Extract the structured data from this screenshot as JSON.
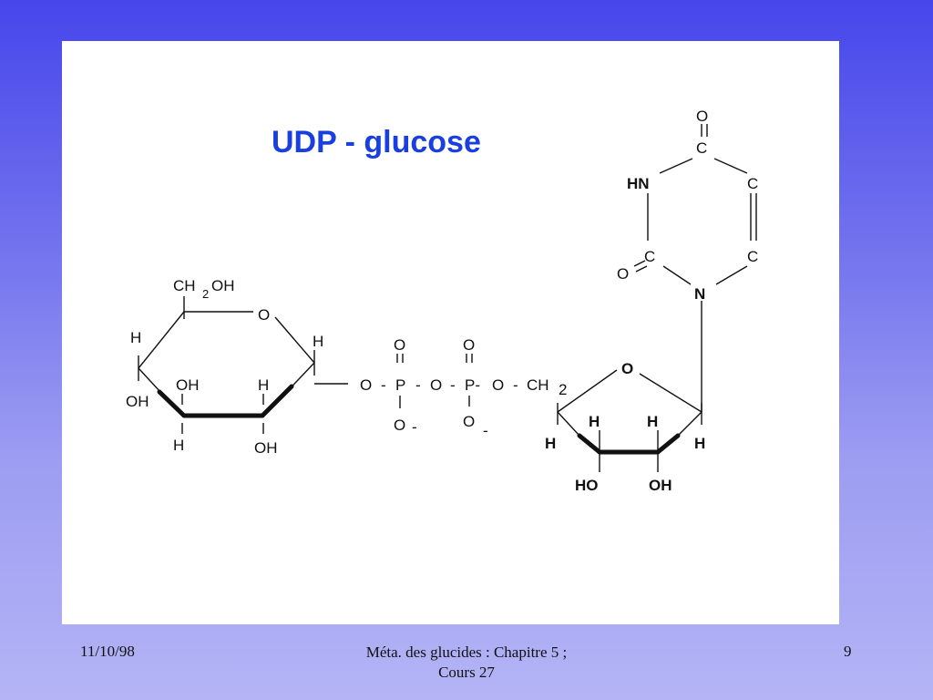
{
  "slide": {
    "title": "UDP - glucose",
    "footer": {
      "date": "11/10/98",
      "title_line1": "Méta. des glucides : Chapitre 5 ;",
      "title_line2": "Cours 27",
      "page": "9"
    }
  },
  "labels": {
    "glucose": {
      "ch2oh_c": "CH",
      "ch2oh_sub": "2",
      "ch2oh_oh": "OH",
      "ring_o": "O",
      "h_left_top": "H",
      "oh_left": "OH",
      "oh_inner": "OH",
      "h_inner": "H",
      "h_right": "H",
      "h_bottom": "H",
      "oh_bottom": "OH"
    },
    "phosphate": {
      "o1": "O",
      "dash1": "-",
      "p1": "P",
      "dash2": "-",
      "o2": "O",
      "dash3": "-",
      "p2": "P-",
      "o3": "O",
      "dash4": "-",
      "ch2": "CH",
      "ch2_sub": "2",
      "p1_top_o": "O",
      "p1_bottom_o": "O",
      "p1_charge": "-",
      "p2_top_o": "O",
      "p2_bottom_o": "O",
      "p2_charge": "-"
    },
    "ribose": {
      "ring_o": "O",
      "h_left": "H",
      "h_c4": "H",
      "h_c3": "H",
      "h_right": "H",
      "oh_left": "HO",
      "oh_right": "OH"
    },
    "uracil": {
      "o_top": "O",
      "c_top": "C",
      "hn": "HN",
      "c_right_top": "C",
      "c_left": "C",
      "o_left": "O",
      "c_right_bottom": "C",
      "n_bottom": "N"
    }
  }
}
